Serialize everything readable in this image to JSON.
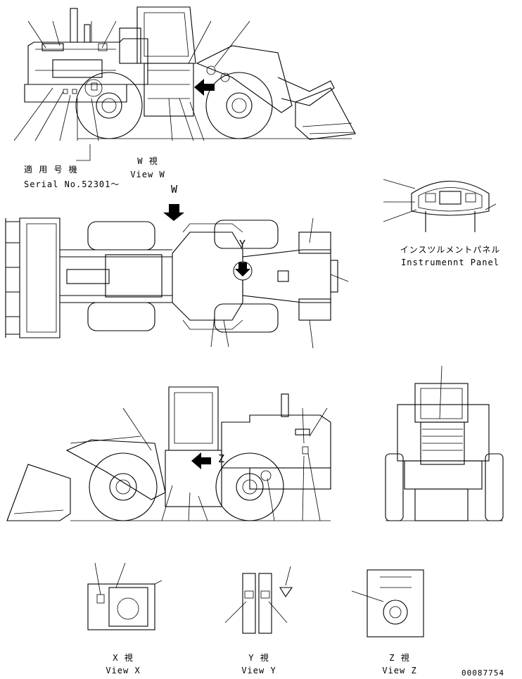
{
  "labels": {
    "serial_jp": "適 用 号 機",
    "serial_en": "Serial No.52301～",
    "view_w_jp": "W  視",
    "view_w_en": "View W",
    "marker_w": "W",
    "marker_y": "Y",
    "marker_z": "Z",
    "panel_jp": "インスツルメントパネル",
    "panel_en": "Instrumennt Panel",
    "view_x_jp": "X  視",
    "view_x_en": "View X",
    "view_y_jp": "Y  視",
    "view_y_en": "View Y",
    "view_z_jp": "Z  視",
    "view_z_en": "View Z",
    "drawing_no": "00087754"
  }
}
